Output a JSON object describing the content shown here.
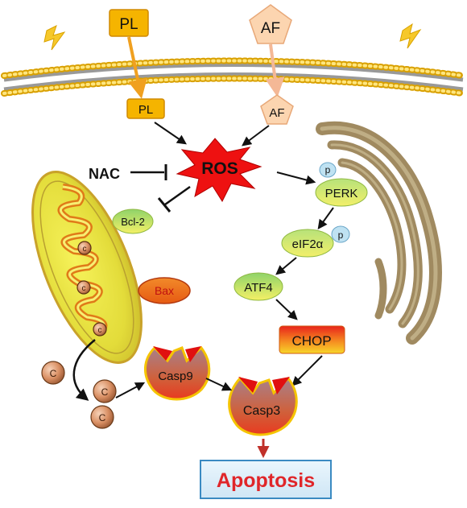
{
  "labels": {
    "pl_outside": "PL",
    "af_outside": "AF",
    "pl_inside": "PL",
    "af_inside": "AF",
    "nac": "NAC",
    "ros": "ROS",
    "bcl2": "Bcl-2",
    "bax": "Bax",
    "perk": "PERK",
    "perk_p": "p",
    "eif2a": "eIF2α",
    "eif2a_p": "p",
    "atf4": "ATF4",
    "chop": "CHOP",
    "casp9": "Casp9",
    "casp3": "Casp3",
    "apoptosis": "Apoptosis",
    "cyt_c": "c",
    "cyt_c_big": "C"
  },
  "colors": {
    "pl_box": "#f5b400",
    "af_pentagon": "#fcd5b0",
    "ros_star": "#ee1111",
    "apoptosis_text": "#e0262a",
    "apoptosis_box": "#dff0fa",
    "arrow_red": "#c0302a"
  },
  "icons": [
    "lightning-icon",
    "membrane-bilayer",
    "mitochondrion",
    "endoplasmic-reticulum"
  ]
}
